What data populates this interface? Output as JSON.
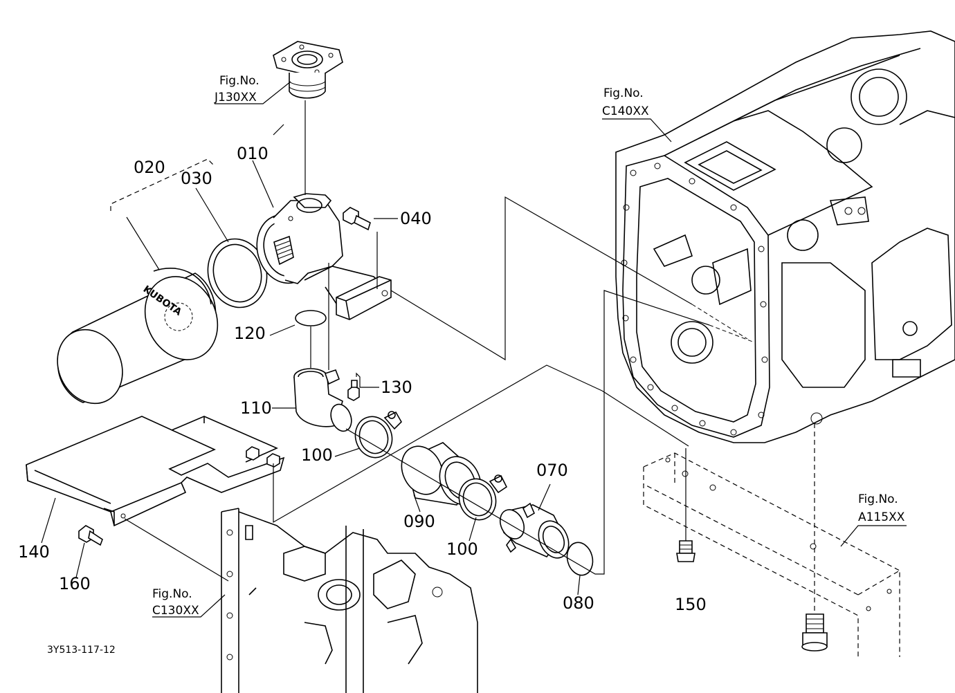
{
  "callouts": [
    {
      "id": "p010",
      "text": "010"
    },
    {
      "id": "p020",
      "text": "020"
    },
    {
      "id": "p030",
      "text": "030"
    },
    {
      "id": "p040",
      "text": "040"
    },
    {
      "id": "p070",
      "text": "070"
    },
    {
      "id": "p080",
      "text": "080"
    },
    {
      "id": "p090",
      "text": "090"
    },
    {
      "id": "p100a",
      "text": "100"
    },
    {
      "id": "p100b",
      "text": "100"
    },
    {
      "id": "p110",
      "text": "110"
    },
    {
      "id": "p120",
      "text": "120"
    },
    {
      "id": "p130",
      "text": "130"
    },
    {
      "id": "p140",
      "text": "140"
    },
    {
      "id": "p150",
      "text": "150"
    },
    {
      "id": "p160",
      "text": "160"
    }
  ],
  "figure_refs": [
    {
      "id": "j130",
      "title": "Fig.No.",
      "code": "J130XX"
    },
    {
      "id": "c140",
      "title": "Fig.No.",
      "code": "C140XX"
    },
    {
      "id": "a115",
      "title": "Fig.No.",
      "code": "A115XX"
    },
    {
      "id": "c130",
      "title": "Fig.No.",
      "code": "C130XX"
    }
  ],
  "filter_brand": "KUBOTA",
  "drawing_code": "3Y513-117-12"
}
